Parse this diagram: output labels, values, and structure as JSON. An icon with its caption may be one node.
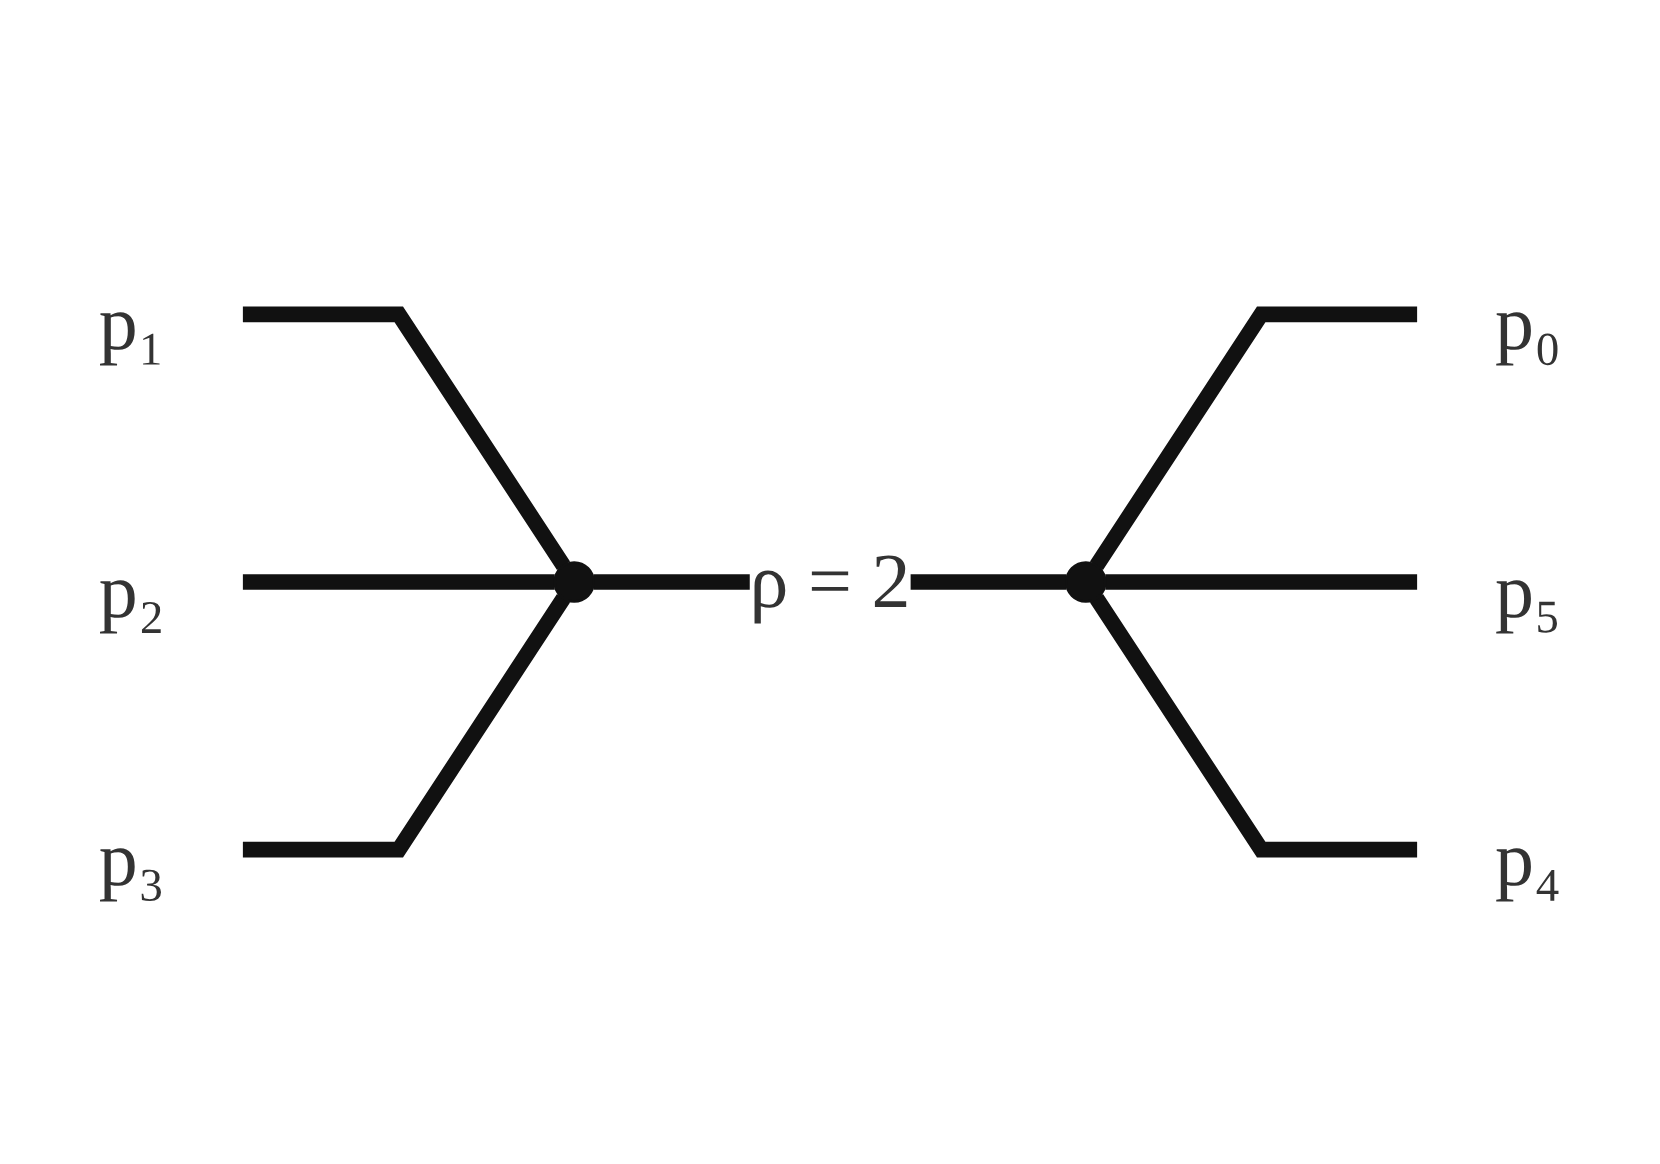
{
  "diagram": {
    "nodes": [
      {
        "text": [
          "p₁"
        ]
      },
      {
        "text": [
          "p₀"
        ]
      },
      {
        "text": [
          "p₂"
        ]
      },
      {
        "text": [],
        "shape": "circle"
      },
      {
        "text": [],
        "shape": "circle"
      },
      {
        "text": [
          "p₅"
        ]
      },
      {
        "text": [
          "p₃"
        ]
      },
      {
        "text": [
          "p₄"
        ]
      }
    ],
    "edges": [
      {
        "from": 0,
        "to": 3,
        "arrow": "none"
      },
      {
        "from": 2,
        "to": 3,
        "arrow": "none"
      },
      {
        "from": 6,
        "to": 3,
        "arrow": "none"
      },
      {
        "from": 3,
        "to": 4,
        "arrow": "none",
        "label": "ρ = 2"
      },
      {
        "from": 4,
        "to": 1,
        "arrow": "none"
      },
      {
        "from": 4,
        "to": 5,
        "arrow": "none"
      },
      {
        "from": 4,
        "to": 7,
        "arrow": "none"
      }
    ]
  }
}
